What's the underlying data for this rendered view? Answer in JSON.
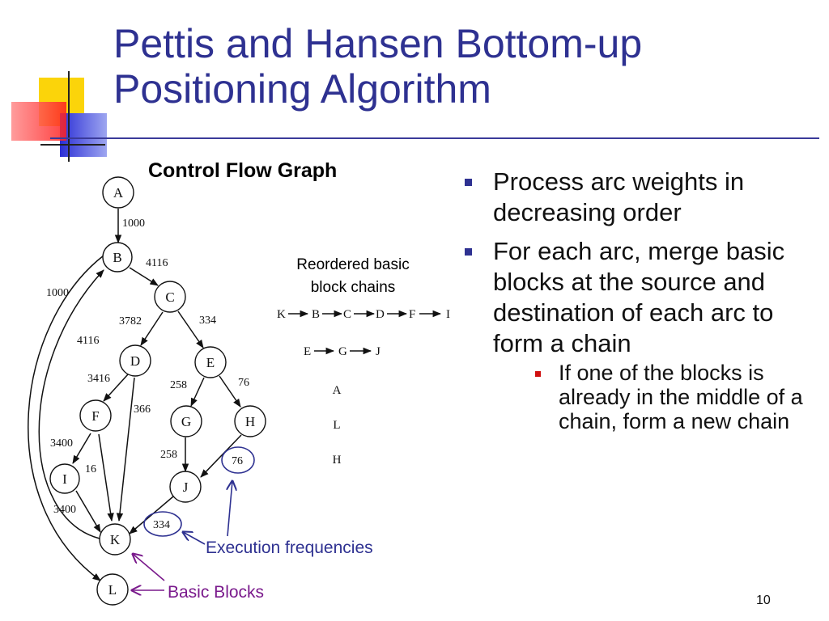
{
  "slide": {
    "title": "Pettis and Hansen Bottom-up Positioning Algorithm",
    "page_number": "10"
  },
  "graph": {
    "subtitle": "Control Flow Graph",
    "nodes": [
      "A",
      "B",
      "C",
      "D",
      "E",
      "F",
      "G",
      "H",
      "I",
      "J",
      "K",
      "L"
    ],
    "edges": [
      {
        "from": "A",
        "to": "B",
        "weight": "1000"
      },
      {
        "from": "B",
        "to": "C",
        "weight": "4116"
      },
      {
        "from": "C",
        "to": "D",
        "weight": "3782"
      },
      {
        "from": "C",
        "to": "E",
        "weight": "334"
      },
      {
        "from": "D",
        "to": "F",
        "weight": "3416"
      },
      {
        "from": "D",
        "to": "K",
        "weight": "366"
      },
      {
        "from": "E",
        "to": "G",
        "weight": "258"
      },
      {
        "from": "E",
        "to": "H",
        "weight": "76"
      },
      {
        "from": "F",
        "to": "I",
        "weight": "3400"
      },
      {
        "from": "F",
        "to": "K",
        "weight": "16"
      },
      {
        "from": "G",
        "to": "J",
        "weight": "258"
      },
      {
        "from": "H",
        "to": "J",
        "weight": "76"
      },
      {
        "from": "I",
        "to": "K",
        "weight": "3400"
      },
      {
        "from": "J",
        "to": "K",
        "weight": "334"
      },
      {
        "from": "K",
        "to": "B",
        "weight": "4116"
      },
      {
        "from": "B",
        "to": "L",
        "weight": "1000"
      }
    ],
    "reordered_label_line1": "Reordered basic",
    "reordered_label_line2": "block chains",
    "chains": [
      [
        "K",
        "B",
        "C",
        "D",
        "F",
        "I"
      ],
      [
        "E",
        "G",
        "J"
      ],
      [
        "A"
      ],
      [
        "L"
      ],
      [
        "H"
      ]
    ],
    "annotations": {
      "execution_frequencies": "Execution frequencies",
      "basic_blocks": "Basic Blocks"
    }
  },
  "bullets": [
    {
      "text": "Process arc weights in decreasing order",
      "sub": []
    },
    {
      "text": "For each arc, merge basic blocks at the source and destination of each arc to form a chain",
      "sub": [
        "If one of the blocks is already in the middle of a chain, form a new chain"
      ]
    }
  ]
}
